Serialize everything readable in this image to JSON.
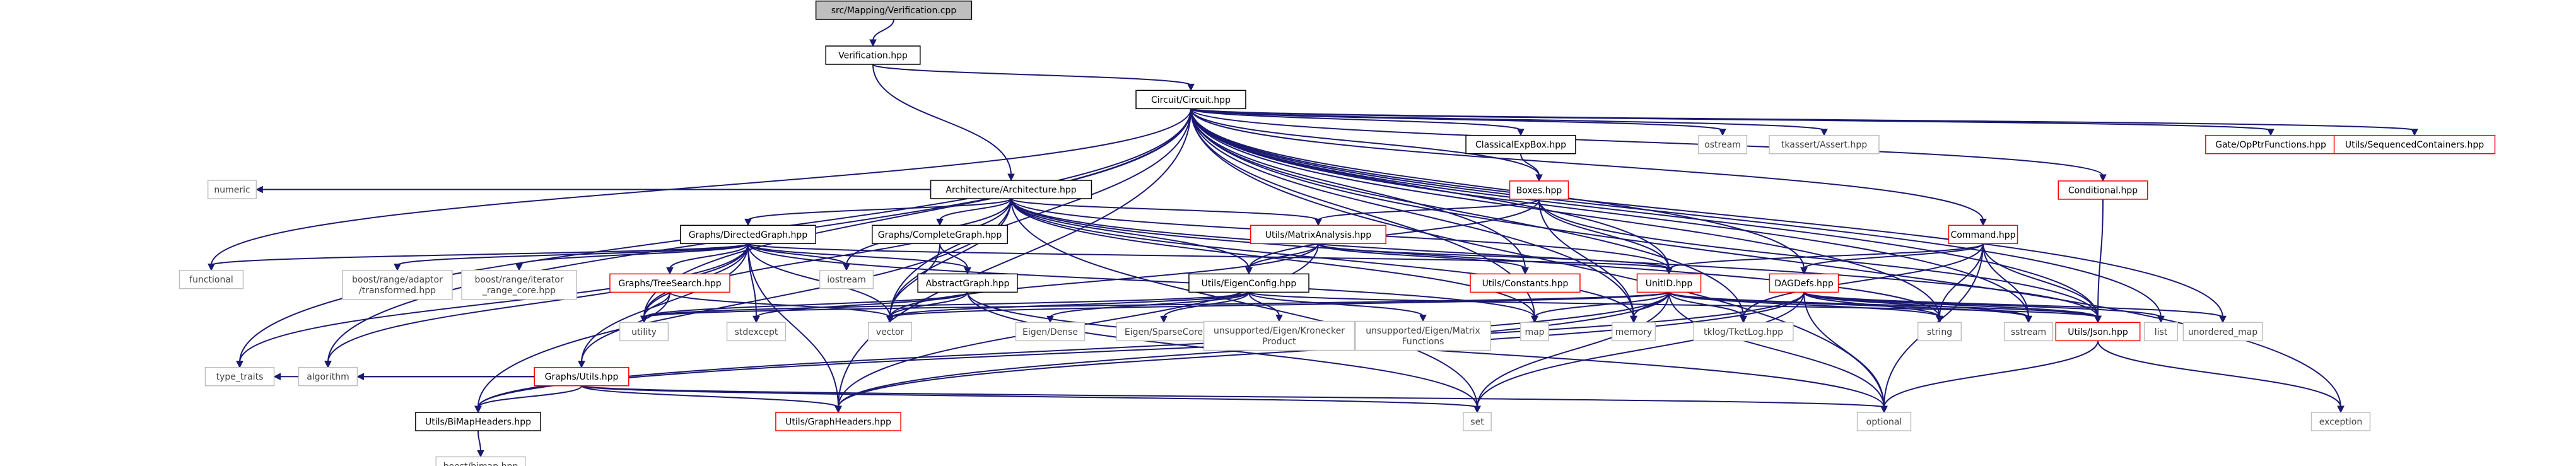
{
  "colors": {
    "edge": "#191970",
    "root_fill": "#bfbfbf",
    "doc_border": "#000000",
    "red_border": "#ff0000",
    "external_border": "#bfbfbf",
    "text_dark": "#000000",
    "text_gray": "#404040"
  },
  "nodes": [
    {
      "id": "verification_cpp",
      "lines": [
        "src/Mapping/Verification.cpp"
      ],
      "style": "root"
    },
    {
      "id": "verification_hpp",
      "lines": [
        "Verification.hpp"
      ],
      "style": "doc"
    },
    {
      "id": "circuit_hpp",
      "lines": [
        "Circuit/Circuit.hpp"
      ],
      "style": "doc"
    },
    {
      "id": "architecture_hpp",
      "lines": [
        "Architecture/Architecture.hpp"
      ],
      "style": "doc"
    },
    {
      "id": "classicalexpbox_hpp",
      "lines": [
        "ClassicalExpBox.hpp"
      ],
      "style": "doc"
    },
    {
      "id": "boxes_hpp",
      "lines": [
        "Boxes.hpp"
      ],
      "style": "red"
    },
    {
      "id": "ostream",
      "lines": [
        "ostream"
      ],
      "style": "ext"
    },
    {
      "id": "tkassert_hpp",
      "lines": [
        "tkassert/Assert.hpp"
      ],
      "style": "ext"
    },
    {
      "id": "conditional_hpp",
      "lines": [
        "Conditional.hpp"
      ],
      "style": "red"
    },
    {
      "id": "opptr_hpp",
      "lines": [
        "Gate/OpPtrFunctions.hpp"
      ],
      "style": "red"
    },
    {
      "id": "seqcont_hpp",
      "lines": [
        "Utils/SequencedContainers.hpp"
      ],
      "style": "red"
    },
    {
      "id": "command_hpp",
      "lines": [
        "Command.hpp"
      ],
      "style": "red"
    },
    {
      "id": "numeric",
      "lines": [
        "numeric"
      ],
      "style": "ext"
    },
    {
      "id": "functional",
      "lines": [
        "functional"
      ],
      "style": "ext"
    },
    {
      "id": "directedgraph_hpp",
      "lines": [
        "Graphs/DirectedGraph.hpp"
      ],
      "style": "doc"
    },
    {
      "id": "completegraph_hpp",
      "lines": [
        "Graphs/CompleteGraph.hpp"
      ],
      "style": "doc"
    },
    {
      "id": "matrixanalysis_hpp",
      "lines": [
        "Utils/MatrixAnalysis.hpp"
      ],
      "style": "red"
    },
    {
      "id": "boost_adaptor",
      "lines": [
        "boost/range/adaptor",
        "/transformed.hpp"
      ],
      "style": "ext"
    },
    {
      "id": "boost_iterator",
      "lines": [
        "boost/range/iterator",
        "_range_core.hpp"
      ],
      "style": "ext"
    },
    {
      "id": "treesearch_hpp",
      "lines": [
        "Graphs/TreeSearch.hpp"
      ],
      "style": "red"
    },
    {
      "id": "iostream",
      "lines": [
        "iostream"
      ],
      "style": "ext"
    },
    {
      "id": "abstractgraph_hpp",
      "lines": [
        "AbstractGraph.hpp"
      ],
      "style": "doc"
    },
    {
      "id": "eigenconfig_hpp",
      "lines": [
        "Utils/EigenConfig.hpp"
      ],
      "style": "doc"
    },
    {
      "id": "constants_hpp",
      "lines": [
        "Utils/Constants.hpp"
      ],
      "style": "red"
    },
    {
      "id": "unitid_hpp",
      "lines": [
        "UnitID.hpp"
      ],
      "style": "red"
    },
    {
      "id": "daggdefs_hpp",
      "lines": [
        "DAGDefs.hpp"
      ],
      "style": "red"
    },
    {
      "id": "utility",
      "lines": [
        "utility"
      ],
      "style": "ext"
    },
    {
      "id": "stdexcept",
      "lines": [
        "stdexcept"
      ],
      "style": "ext"
    },
    {
      "id": "vector",
      "lines": [
        "vector"
      ],
      "style": "ext"
    },
    {
      "id": "eigen_dense",
      "lines": [
        "Eigen/Dense"
      ],
      "style": "ext"
    },
    {
      "id": "eigen_sparse",
      "lines": [
        "Eigen/SparseCore"
      ],
      "style": "ext"
    },
    {
      "id": "eigen_kron",
      "lines": [
        "unsupported/Eigen/Kronecker",
        "Product"
      ],
      "style": "ext"
    },
    {
      "id": "eigen_matfn",
      "lines": [
        "unsupported/Eigen/Matrix",
        "Functions"
      ],
      "style": "ext"
    },
    {
      "id": "map",
      "lines": [
        "map"
      ],
      "style": "ext"
    },
    {
      "id": "memory",
      "lines": [
        "memory"
      ],
      "style": "ext"
    },
    {
      "id": "tklog_hpp",
      "lines": [
        "tklog/TketLog.hpp"
      ],
      "style": "ext"
    },
    {
      "id": "string",
      "lines": [
        "string"
      ],
      "style": "ext"
    },
    {
      "id": "sstream",
      "lines": [
        "sstream"
      ],
      "style": "ext"
    },
    {
      "id": "json_hpp",
      "lines": [
        "Utils/Json.hpp"
      ],
      "style": "red"
    },
    {
      "id": "list",
      "lines": [
        "list"
      ],
      "style": "ext"
    },
    {
      "id": "unordered_map",
      "lines": [
        "unordered_map"
      ],
      "style": "ext"
    },
    {
      "id": "graphutils_hpp",
      "lines": [
        "Graphs/Utils.hpp"
      ],
      "style": "red"
    },
    {
      "id": "type_traits",
      "lines": [
        "type_traits"
      ],
      "style": "ext"
    },
    {
      "id": "algorithm",
      "lines": [
        "algorithm"
      ],
      "style": "ext"
    },
    {
      "id": "bimapheaders_hpp",
      "lines": [
        "Utils/BiMapHeaders.hpp"
      ],
      "style": "doc"
    },
    {
      "id": "graphheaders_hpp",
      "lines": [
        "Utils/GraphHeaders.hpp"
      ],
      "style": "red"
    },
    {
      "id": "set",
      "lines": [
        "set"
      ],
      "style": "ext"
    },
    {
      "id": "optional",
      "lines": [
        "optional"
      ],
      "style": "ext"
    },
    {
      "id": "exception",
      "lines": [
        "exception"
      ],
      "style": "ext"
    },
    {
      "id": "boost_bimap",
      "lines": [
        "boost/bimap.hpp"
      ],
      "style": "ext"
    }
  ],
  "edges": [
    [
      "verification_cpp",
      "verification_hpp"
    ],
    [
      "verification_hpp",
      "circuit_hpp"
    ],
    [
      "verification_hpp",
      "architecture_hpp"
    ],
    [
      "circuit_hpp",
      "classicalexpbox_hpp"
    ],
    [
      "circuit_hpp",
      "boxes_hpp"
    ],
    [
      "circuit_hpp",
      "ostream"
    ],
    [
      "circuit_hpp",
      "tkassert_hpp"
    ],
    [
      "circuit_hpp",
      "conditional_hpp"
    ],
    [
      "circuit_hpp",
      "opptr_hpp"
    ],
    [
      "circuit_hpp",
      "seqcont_hpp"
    ],
    [
      "circuit_hpp",
      "command_hpp"
    ],
    [
      "circuit_hpp",
      "functional"
    ],
    [
      "circuit_hpp",
      "unitid_hpp"
    ],
    [
      "circuit_hpp",
      "daggdefs_hpp"
    ],
    [
      "circuit_hpp",
      "constants_hpp"
    ],
    [
      "circuit_hpp",
      "vector"
    ],
    [
      "circuit_hpp",
      "map"
    ],
    [
      "circuit_hpp",
      "memory"
    ],
    [
      "circuit_hpp",
      "string"
    ],
    [
      "circuit_hpp",
      "sstream"
    ],
    [
      "circuit_hpp",
      "list"
    ],
    [
      "circuit_hpp",
      "unordered_map"
    ],
    [
      "circuit_hpp",
      "optional"
    ],
    [
      "circuit_hpp",
      "exception"
    ],
    [
      "circuit_hpp",
      "type_traits"
    ],
    [
      "circuit_hpp",
      "algorithm"
    ],
    [
      "circuit_hpp",
      "utility"
    ],
    [
      "circuit_hpp",
      "graphheaders_hpp"
    ],
    [
      "circuit_hpp",
      "tklog_hpp"
    ],
    [
      "circuit_hpp",
      "json_hpp"
    ],
    [
      "architecture_hpp",
      "numeric"
    ],
    [
      "architecture_hpp",
      "directedgraph_hpp"
    ],
    [
      "architecture_hpp",
      "completegraph_hpp"
    ],
    [
      "architecture_hpp",
      "matrixanalysis_hpp"
    ],
    [
      "architecture_hpp",
      "unitid_hpp"
    ],
    [
      "architecture_hpp",
      "eigenconfig_hpp"
    ],
    [
      "architecture_hpp",
      "iostream"
    ],
    [
      "architecture_hpp",
      "vector"
    ],
    [
      "architecture_hpp",
      "set"
    ],
    [
      "architecture_hpp",
      "map"
    ],
    [
      "architecture_hpp",
      "string"
    ],
    [
      "architecture_hpp",
      "json_hpp"
    ],
    [
      "architecture_hpp",
      "bimapheaders_hpp"
    ],
    [
      "architecture_hpp",
      "utility"
    ],
    [
      "architecture_hpp",
      "memory"
    ],
    [
      "classicalexpbox_hpp",
      "boxes_hpp"
    ],
    [
      "boxes_hpp",
      "matrixanalysis_hpp"
    ],
    [
      "boxes_hpp",
      "eigenconfig_hpp"
    ],
    [
      "boxes_hpp",
      "unitid_hpp"
    ],
    [
      "boxes_hpp",
      "memory"
    ],
    [
      "boxes_hpp",
      "json_hpp"
    ],
    [
      "conditional_hpp",
      "json_hpp"
    ],
    [
      "command_hpp",
      "unitid_hpp"
    ],
    [
      "command_hpp",
      "daggdefs_hpp"
    ],
    [
      "command_hpp",
      "string"
    ],
    [
      "command_hpp",
      "sstream"
    ],
    [
      "command_hpp",
      "optional"
    ],
    [
      "command_hpp",
      "json_hpp"
    ],
    [
      "command_hpp",
      "tklog_hpp"
    ],
    [
      "directedgraph_hpp",
      "functional"
    ],
    [
      "directedgraph_hpp",
      "boost_adaptor"
    ],
    [
      "directedgraph_hpp",
      "boost_iterator"
    ],
    [
      "directedgraph_hpp",
      "treesearch_hpp"
    ],
    [
      "directedgraph_hpp",
      "iostream"
    ],
    [
      "directedgraph_hpp",
      "abstractgraph_hpp"
    ],
    [
      "directedgraph_hpp",
      "stdexcept"
    ],
    [
      "directedgraph_hpp",
      "graphutils_hpp"
    ],
    [
      "directedgraph_hpp",
      "graphheaders_hpp"
    ],
    [
      "directedgraph_hpp",
      "type_traits"
    ],
    [
      "directedgraph_hpp",
      "algorithm"
    ],
    [
      "directedgraph_hpp",
      "utility"
    ],
    [
      "directedgraph_hpp",
      "vector"
    ],
    [
      "directedgraph_hpp",
      "map"
    ],
    [
      "directedgraph_hpp",
      "unitid_hpp"
    ],
    [
      "completegraph_hpp",
      "abstractgraph_hpp"
    ],
    [
      "completegraph_hpp",
      "vector"
    ],
    [
      "matrixanalysis_hpp",
      "eigenconfig_hpp"
    ],
    [
      "matrixanalysis_hpp",
      "constants_hpp"
    ],
    [
      "matrixanalysis_hpp",
      "unitid_hpp"
    ],
    [
      "matrixanalysis_hpp",
      "vector"
    ],
    [
      "matrixanalysis_hpp",
      "graphheaders_hpp"
    ],
    [
      "treesearch_hpp",
      "graphutils_hpp"
    ],
    [
      "treesearch_hpp",
      "utility"
    ],
    [
      "treesearch_hpp",
      "vector"
    ],
    [
      "abstractgraph_hpp",
      "utility"
    ],
    [
      "abstractgraph_hpp",
      "stdexcept"
    ],
    [
      "abstractgraph_hpp",
      "vector"
    ],
    [
      "abstractgraph_hpp",
      "set"
    ],
    [
      "abstractgraph_hpp",
      "optional"
    ],
    [
      "eigenconfig_hpp",
      "eigen_dense"
    ],
    [
      "eigenconfig_hpp",
      "eigen_sparse"
    ],
    [
      "eigenconfig_hpp",
      "eigen_kron"
    ],
    [
      "eigenconfig_hpp",
      "eigen_matfn"
    ],
    [
      "eigenconfig_hpp",
      "json_hpp"
    ],
    [
      "eigenconfig_hpp",
      "utility"
    ],
    [
      "eigenconfig_hpp",
      "vector"
    ],
    [
      "unitid_hpp",
      "map"
    ],
    [
      "unitid_hpp",
      "memory"
    ],
    [
      "unitid_hpp",
      "tklog_hpp"
    ],
    [
      "unitid_hpp",
      "string"
    ],
    [
      "unitid_hpp",
      "sstream"
    ],
    [
      "unitid_hpp",
      "json_hpp"
    ],
    [
      "unitid_hpp",
      "optional"
    ],
    [
      "unitid_hpp",
      "set"
    ],
    [
      "unitid_hpp",
      "vector"
    ],
    [
      "unitid_hpp",
      "bimapheaders_hpp"
    ],
    [
      "unitid_hpp",
      "graphheaders_hpp"
    ],
    [
      "unitid_hpp",
      "utility"
    ],
    [
      "daggdefs_hpp",
      "list"
    ],
    [
      "daggdefs_hpp",
      "unordered_map"
    ],
    [
      "daggdefs_hpp",
      "string"
    ],
    [
      "daggdefs_hpp",
      "optional"
    ],
    [
      "daggdefs_hpp",
      "set"
    ],
    [
      "daggdefs_hpp",
      "sstream"
    ],
    [
      "daggdefs_hpp",
      "graphheaders_hpp"
    ],
    [
      "daggdefs_hpp",
      "json_hpp"
    ],
    [
      "daggdefs_hpp",
      "bimapheaders_hpp"
    ],
    [
      "json_hpp",
      "optional"
    ],
    [
      "json_hpp",
      "exception"
    ],
    [
      "graphutils_hpp",
      "type_traits"
    ],
    [
      "graphutils_hpp",
      "algorithm"
    ],
    [
      "graphutils_hpp",
      "bimapheaders_hpp"
    ],
    [
      "graphutils_hpp",
      "graphheaders_hpp"
    ],
    [
      "graphutils_hpp",
      "set"
    ],
    [
      "graphutils_hpp",
      "optional"
    ],
    [
      "bimapheaders_hpp",
      "boost_bimap"
    ]
  ]
}
